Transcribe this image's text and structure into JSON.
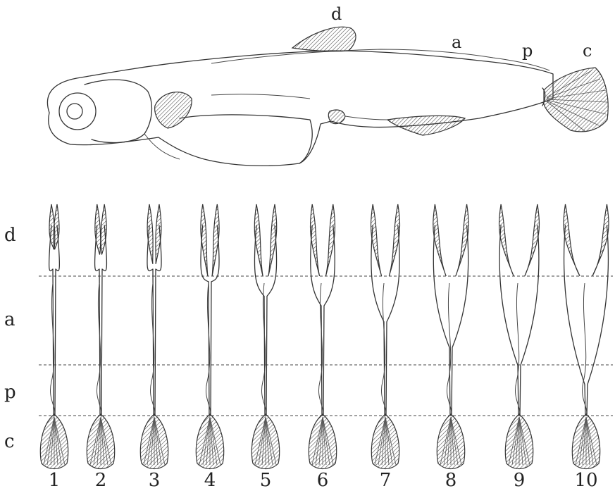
{
  "fish_labels": {
    "dorsal": "d",
    "anal": "a",
    "peduncle": "p",
    "caudal": "c"
  },
  "row_labels": {
    "dorsal": "d",
    "anal": "a",
    "peduncle": "p",
    "caudal": "c"
  },
  "stages": [
    {
      "number": "1",
      "fork": 0.0
    },
    {
      "number": "2",
      "fork": 0.04
    },
    {
      "number": "3",
      "fork": 0.1
    },
    {
      "number": "4",
      "fork": 0.21
    },
    {
      "number": "5",
      "fork": 0.3
    },
    {
      "number": "6",
      "fork": 0.36
    },
    {
      "number": "7",
      "fork": 0.46
    },
    {
      "number": "8",
      "fork": 0.62
    },
    {
      "number": "9",
      "fork": 0.73
    },
    {
      "number": "10",
      "fork": 0.85
    }
  ],
  "colors": {
    "ink": "#333333",
    "background": "#ffffff"
  }
}
